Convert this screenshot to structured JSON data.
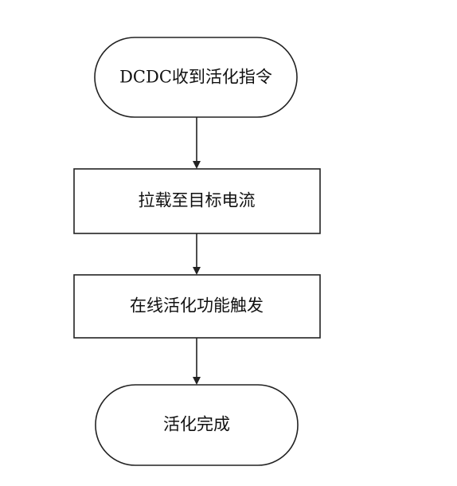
{
  "diagram": {
    "type": "flowchart",
    "nodes": [
      {
        "id": "start",
        "shape": "terminal",
        "label": "DCDC收到活化指令"
      },
      {
        "id": "step1",
        "shape": "process",
        "label": "拉载至目标电流"
      },
      {
        "id": "step2",
        "shape": "process",
        "label": "在线活化功能触发"
      },
      {
        "id": "end",
        "shape": "terminal",
        "label": "活化完成"
      }
    ],
    "edges": [
      {
        "from": "start",
        "to": "step1"
      },
      {
        "from": "step1",
        "to": "step2"
      },
      {
        "from": "step2",
        "to": "end"
      }
    ],
    "colors": {
      "stroke": "#222222",
      "fill": "#ffffff",
      "text": "#111111"
    }
  }
}
